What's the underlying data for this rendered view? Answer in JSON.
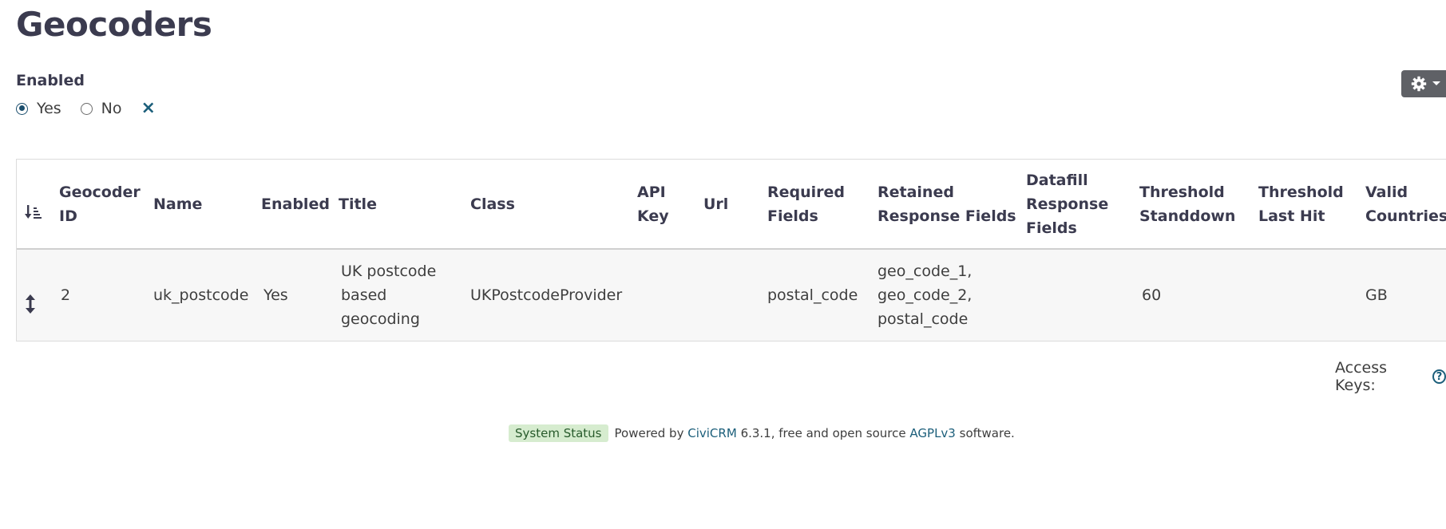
{
  "page": {
    "title": "Geocoders"
  },
  "filter": {
    "label": "Enabled",
    "options": [
      {
        "label": "Yes",
        "checked": true
      },
      {
        "label": "No",
        "checked": false
      }
    ],
    "clear_symbol": "×"
  },
  "toolbar": {
    "settings_icon": "gear-icon",
    "dropdown_icon": "caret-down-icon"
  },
  "table": {
    "columns": [
      {
        "key": "sort",
        "label": ""
      },
      {
        "key": "id",
        "label": "Geocoder\nID"
      },
      {
        "key": "name",
        "label": "Name"
      },
      {
        "key": "enabled",
        "label": "Enabled"
      },
      {
        "key": "title",
        "label": "Title"
      },
      {
        "key": "class",
        "label": "Class"
      },
      {
        "key": "api_key",
        "label": "API\nKey"
      },
      {
        "key": "url",
        "label": "Url"
      },
      {
        "key": "required_fields",
        "label": "Required\nFields"
      },
      {
        "key": "retained_response_fields",
        "label": "Retained\nResponse Fields"
      },
      {
        "key": "datafill_response_fields",
        "label": "Datafill\nResponse\nFields"
      },
      {
        "key": "threshold_standdown",
        "label": "Threshold\nStanddown"
      },
      {
        "key": "threshold_last_hit",
        "label": "Threshold\nLast Hit"
      },
      {
        "key": "valid_countries",
        "label": "Valid\nCountries"
      }
    ],
    "rows": [
      {
        "sort": "",
        "id": "2",
        "name": "uk_postcode",
        "enabled": "Yes",
        "title": "UK postcode\nbased\ngeocoding",
        "class": "UKPostcodeProvider",
        "api_key": "",
        "url": "",
        "required_fields": "postal_code",
        "retained_response_fields": "geo_code_1,\ngeo_code_2,\npostal_code",
        "datafill_response_fields": "",
        "threshold_standdown": "60",
        "threshold_last_hit": "",
        "valid_countries": "GB"
      }
    ]
  },
  "footer": {
    "access_keys_label": "Access Keys:",
    "help_symbol": "?",
    "status_badge": "System Status",
    "powered_prefix": "Powered by",
    "civicrm_link": "CiviCRM",
    "version_text": "6.3.1, free and open source",
    "license_link": "AGPLv3",
    "suffix": "software."
  }
}
